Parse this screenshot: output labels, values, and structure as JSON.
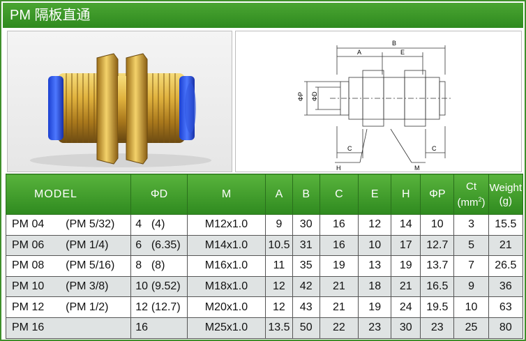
{
  "title": "PM 隔板直通",
  "drawing": {
    "label_B": "B",
    "label_A": "A",
    "label_E": "E",
    "label_P": "ΦP",
    "label_D": "ΦD",
    "label_C_left": "C",
    "label_C_right": "C",
    "label_H": "H",
    "label_M": "M"
  },
  "table": {
    "headers": {
      "model": "MODEL",
      "d": "ΦD",
      "m": "M",
      "a": "A",
      "b": "B",
      "c": "C",
      "e": "E",
      "h": "H",
      "p": "ΦP",
      "ct_line1": "Ct",
      "ct_line2": "(mm",
      "ct_sup": "2",
      "ct_close": ")",
      "weight_line1": "Weight",
      "weight_line2": "(g)"
    },
    "rows": [
      {
        "model": "PM 04",
        "inch": "(PM 5/32)",
        "d": "4",
        "d_in": "(4)",
        "m": "M12x1.0",
        "a": "9",
        "b": "30",
        "c": "16",
        "e": "12",
        "h": "14",
        "p": "10",
        "ct": "3",
        "w": "15.5"
      },
      {
        "model": "PM 06",
        "inch": "(PM 1/4)",
        "d": "6",
        "d_in": "(6.35)",
        "m": "M14x1.0",
        "a": "10.5",
        "b": "31",
        "c": "16",
        "e": "10",
        "h": "17",
        "p": "12.7",
        "ct": "5",
        "w": "21"
      },
      {
        "model": "PM 08",
        "inch": "(PM 5/16)",
        "d": "8",
        "d_in": "(8)",
        "m": "M16x1.0",
        "a": "11",
        "b": "35",
        "c": "19",
        "e": "13",
        "h": "19",
        "p": "13.7",
        "ct": "7",
        "w": "26.5"
      },
      {
        "model": "PM 10",
        "inch": "(PM 3/8)",
        "d": "10",
        "d_in": "(9.52)",
        "m": "M18x1.0",
        "a": "12",
        "b": "42",
        "c": "21",
        "e": "18",
        "h": "21",
        "p": "16.5",
        "ct": "9",
        "w": "36"
      },
      {
        "model": "PM 12",
        "inch": "(PM 1/2)",
        "d": "12",
        "d_in": "(12.7)",
        "m": "M20x1.0",
        "a": "12",
        "b": "43",
        "c": "21",
        "e": "19",
        "h": "24",
        "p": "19.5",
        "ct": "10",
        "w": "63"
      },
      {
        "model": "PM 16",
        "inch": "",
        "d": "16",
        "d_in": "",
        "m": "M25x1.0",
        "a": "13.5",
        "b": "50",
        "c": "22",
        "e": "23",
        "h": "30",
        "p": "23",
        "ct": "25",
        "w": "80"
      }
    ]
  }
}
